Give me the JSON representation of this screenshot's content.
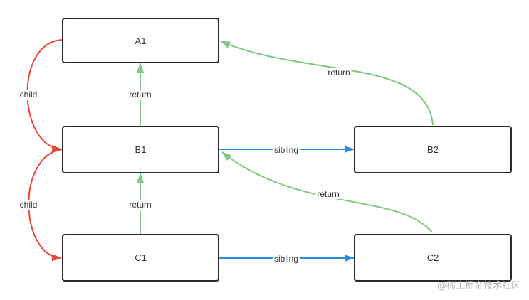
{
  "nodes": {
    "a1": "A1",
    "b1": "B1",
    "b2": "B2",
    "c1": "C1",
    "c2": "C2"
  },
  "edges": {
    "b1_a1_return": "return",
    "c1_b1_return": "return",
    "b2_a1_return": "return",
    "c2_b1_return": "return",
    "b1_b2_sibling": "sibling",
    "c1_c2_sibling": "sibling",
    "a1_b1_child": "child",
    "b1_c1_child": "child"
  },
  "colors": {
    "child": "#e8463a",
    "return": "#82c785",
    "sibling": "#2b8de0",
    "border": "#2b2b2b"
  },
  "watermark": "@稀土掘金技术社区"
}
